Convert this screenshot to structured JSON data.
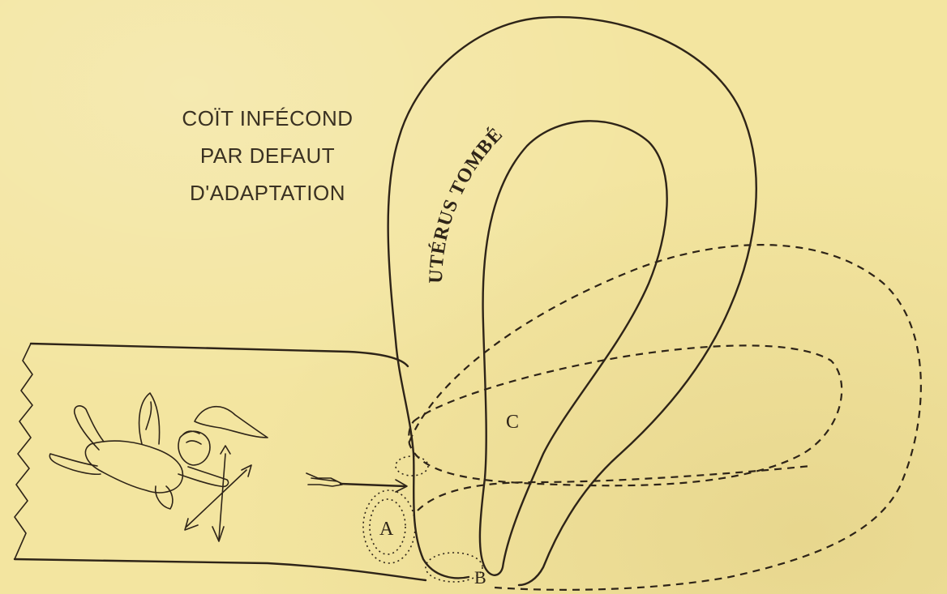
{
  "caption": {
    "line1": "COÏT INFÉCOND",
    "line2": "PAR DEFAUT",
    "line3": "D'ADAPTATION"
  },
  "uterus_label": "UTÉRUS TOMBÉ",
  "point_labels": {
    "a": "A",
    "b": "B",
    "c": "C"
  },
  "icons": [
    "cupid-figure-icon",
    "arrow-icon"
  ]
}
